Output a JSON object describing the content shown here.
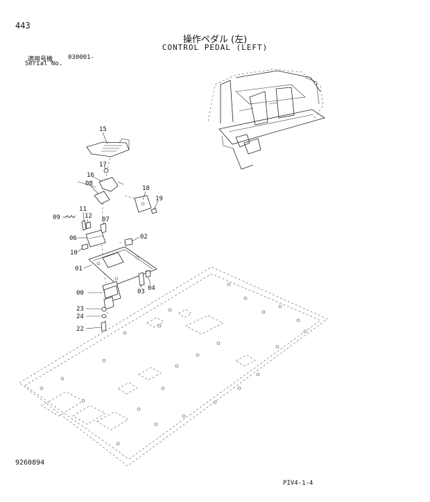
{
  "header": {
    "page_number": "443",
    "title_jp": "操作ペダル (左)",
    "title_en": "CONTROL PEDAL (LEFT)",
    "serial_label_jp": "適用号機",
    "serial_value": "030001-",
    "serial_label_en": "Serial No."
  },
  "footer": {
    "doc_id": "9260894",
    "page_code": "PIV4-1-4"
  },
  "callouts": {
    "c15": "15",
    "c17": "17",
    "c16": "16",
    "c08": "08",
    "c18": "18",
    "c19": "19",
    "c09": "09",
    "c11": "11",
    "c12": "12",
    "c07": "07",
    "c06": "06",
    "c02": "02",
    "c10": "10",
    "c01": "01",
    "c03": "03",
    "c04": "04",
    "c00": "00",
    "c23": "23",
    "c24": "24",
    "c22": "22"
  }
}
